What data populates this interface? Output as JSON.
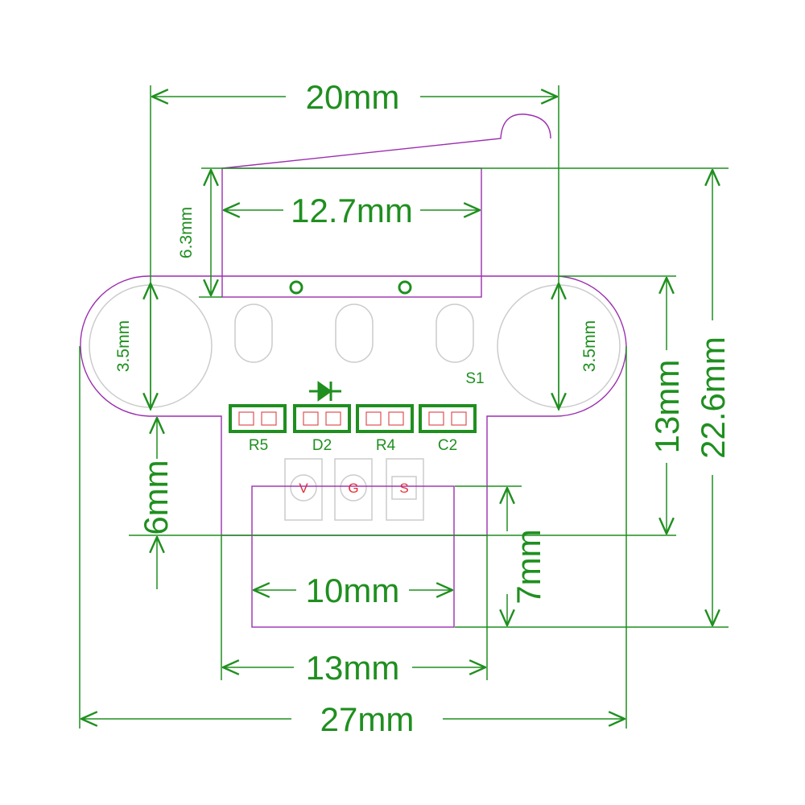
{
  "dimensions": {
    "switch_width": "20mm",
    "body_width": "12.7mm",
    "body_height": "6.3mm",
    "hole_left": "3.5mm",
    "hole_right": "3.5mm",
    "board_height": "13mm",
    "overall_height": "22.6mm",
    "tab_height": "6mm",
    "connector_height": "7mm",
    "connector_width": "10mm",
    "tab_width": "13mm",
    "overall_width": "27mm"
  },
  "silkscreen": {
    "r5": "R5",
    "d2": "D2",
    "r4": "R4",
    "c2": "C2",
    "s1": "S1"
  },
  "pins": {
    "v": "V",
    "g": "G",
    "s": "S"
  },
  "colors": {
    "dimension": "#1f8f1f",
    "outline": "#9b2fae",
    "pin_text": "#e53030",
    "pad": "#1f8f1f"
  }
}
